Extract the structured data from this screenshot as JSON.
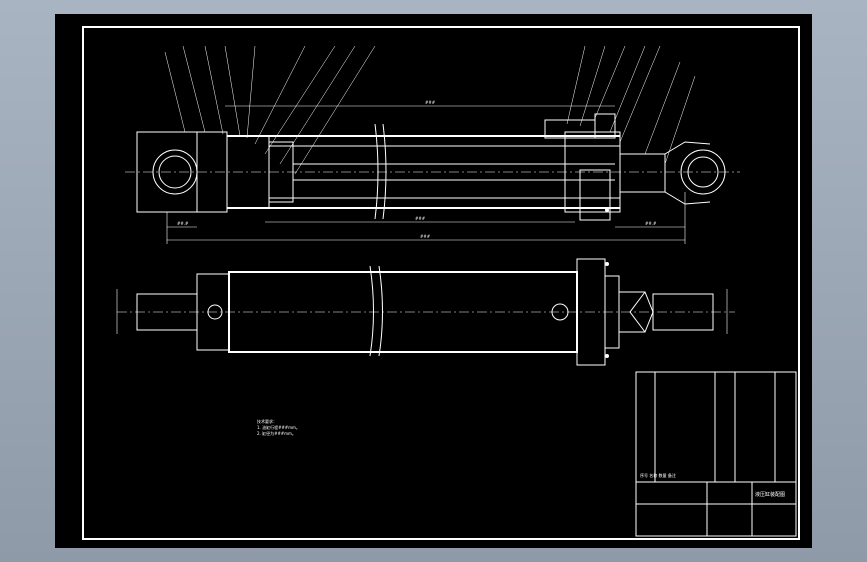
{
  "canvas": {
    "background": "#000000",
    "line_color": "#ffffff",
    "frame_color": "#aeb8c6"
  },
  "drawing": {
    "dims": {
      "overall": "###",
      "stroke": "###",
      "rod_end": "##.#",
      "eye_end": "##.#",
      "bore": "###"
    },
    "notes_title": "技术要求：",
    "notes": [
      "1. 油缸行程###mm。",
      "2. 缸径为###mm。"
    ],
    "title_block": {
      "name": "液压缸装配图",
      "footer_label": "序号 名称 数量 备注",
      "rows": [
        "",
        "",
        "",
        "",
        "",
        "",
        "",
        "",
        "",
        "",
        "",
        "",
        "",
        "",
        ""
      ]
    }
  }
}
